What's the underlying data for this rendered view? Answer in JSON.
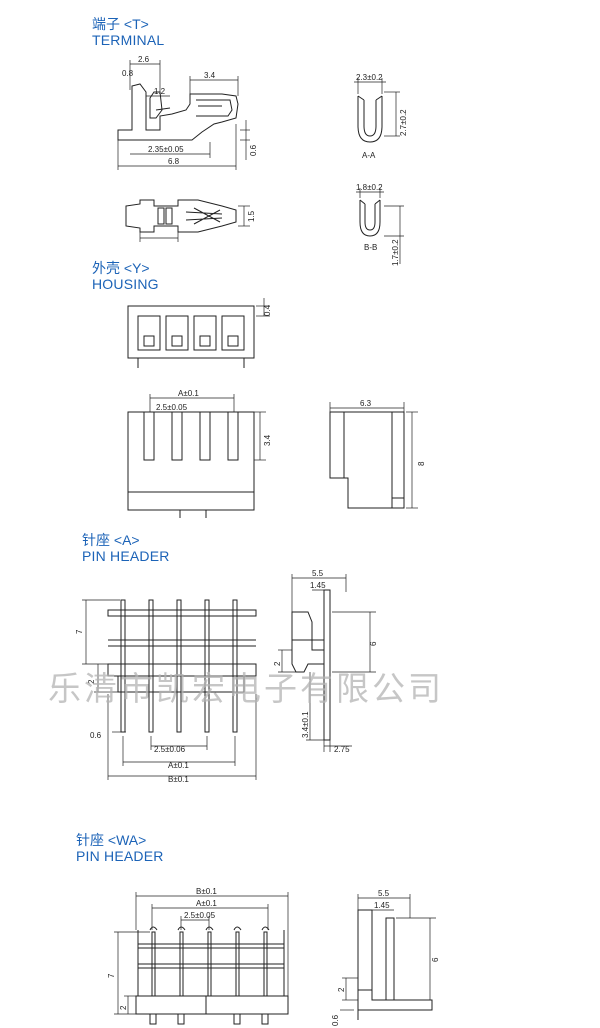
{
  "watermark": "乐清市凯宏电子有限公司",
  "sections": {
    "terminal": {
      "title_cn": "端子 <T>",
      "title_en": "TERMINAL",
      "dims": {
        "w_2_6": "2.6",
        "w_3_4": "3.4",
        "d_0_8": "0.8",
        "w_1_2": "1.2",
        "w_2_35": "2.35±0.05",
        "w_6_8": "6.8",
        "h_0_6": "0.6",
        "aa_w": "2.3±0.2",
        "aa_h": "2.7±0.2",
        "aa_label": "A-A",
        "bb_w": "1.8±0.2",
        "bb_h": "1.7±0.2",
        "bb_label": "B-B",
        "side_h": "1.5"
      }
    },
    "housing": {
      "title_cn": "外壳 <Y>",
      "title_en": "HOUSING",
      "dims": {
        "h_0_4": "0.4",
        "a_01": "A±0.1",
        "p_2_5": "2.5±0.05",
        "h_3_4": "3.4",
        "w_6_3": "6.3",
        "h_8": "8"
      }
    },
    "pin_header_a": {
      "title_cn": "针座 <A>",
      "title_en": "PIN HEADER",
      "dims": {
        "h_7": "7",
        "h_2": "2",
        "d_0_6": "0.6",
        "p_2_5": "2.5±0.06",
        "a_01": "A±0.1",
        "b_01": "B±0.1",
        "w_5_5": "5.5",
        "w_1_45": "1.45",
        "h_6": "6",
        "h_side_2": "2",
        "h_3_4": "3.4±0.1",
        "w_2_75": "2.75"
      }
    },
    "pin_header_wa": {
      "title_cn": "针座 <WA>",
      "title_en": "PIN HEADER",
      "dims": {
        "b_01": "B±0.1",
        "a_01": "A±0.1",
        "p_2_5": "2.5±0.05",
        "h_7": "7",
        "h_2": "2",
        "w_5_5": "5.5",
        "w_1_45": "1.45",
        "h_6": "6",
        "h_side_2": "2",
        "d_0_6": "0.6"
      }
    }
  }
}
